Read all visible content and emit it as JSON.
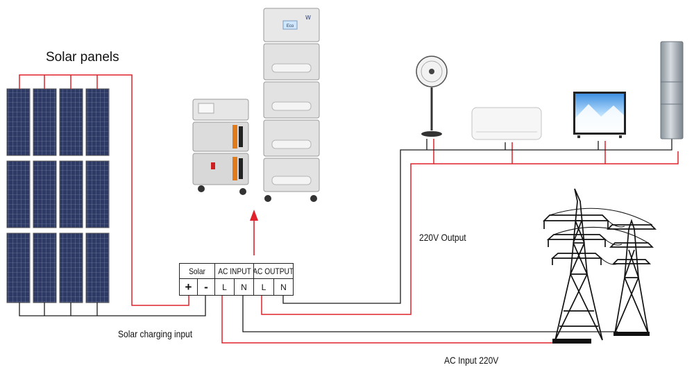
{
  "labels": {
    "solar_panels": "Solar panels",
    "solar_charging_input": "Solar charging input",
    "output_220v": "220V Output",
    "ac_input": "AC Input 220V"
  },
  "terminal_block": {
    "headers": [
      "Solar",
      "AC INPUT",
      "AC OUTPUT"
    ],
    "terminals": [
      "+",
      "-",
      "L",
      "N",
      "L",
      "N"
    ]
  },
  "device_labels": {
    "display_badge": "Eco"
  },
  "colors": {
    "live_wire": "#e0202a",
    "neutral_wire": "#1a1a1a",
    "panel_cell": "#2e3a66",
    "tower": "#111111"
  }
}
